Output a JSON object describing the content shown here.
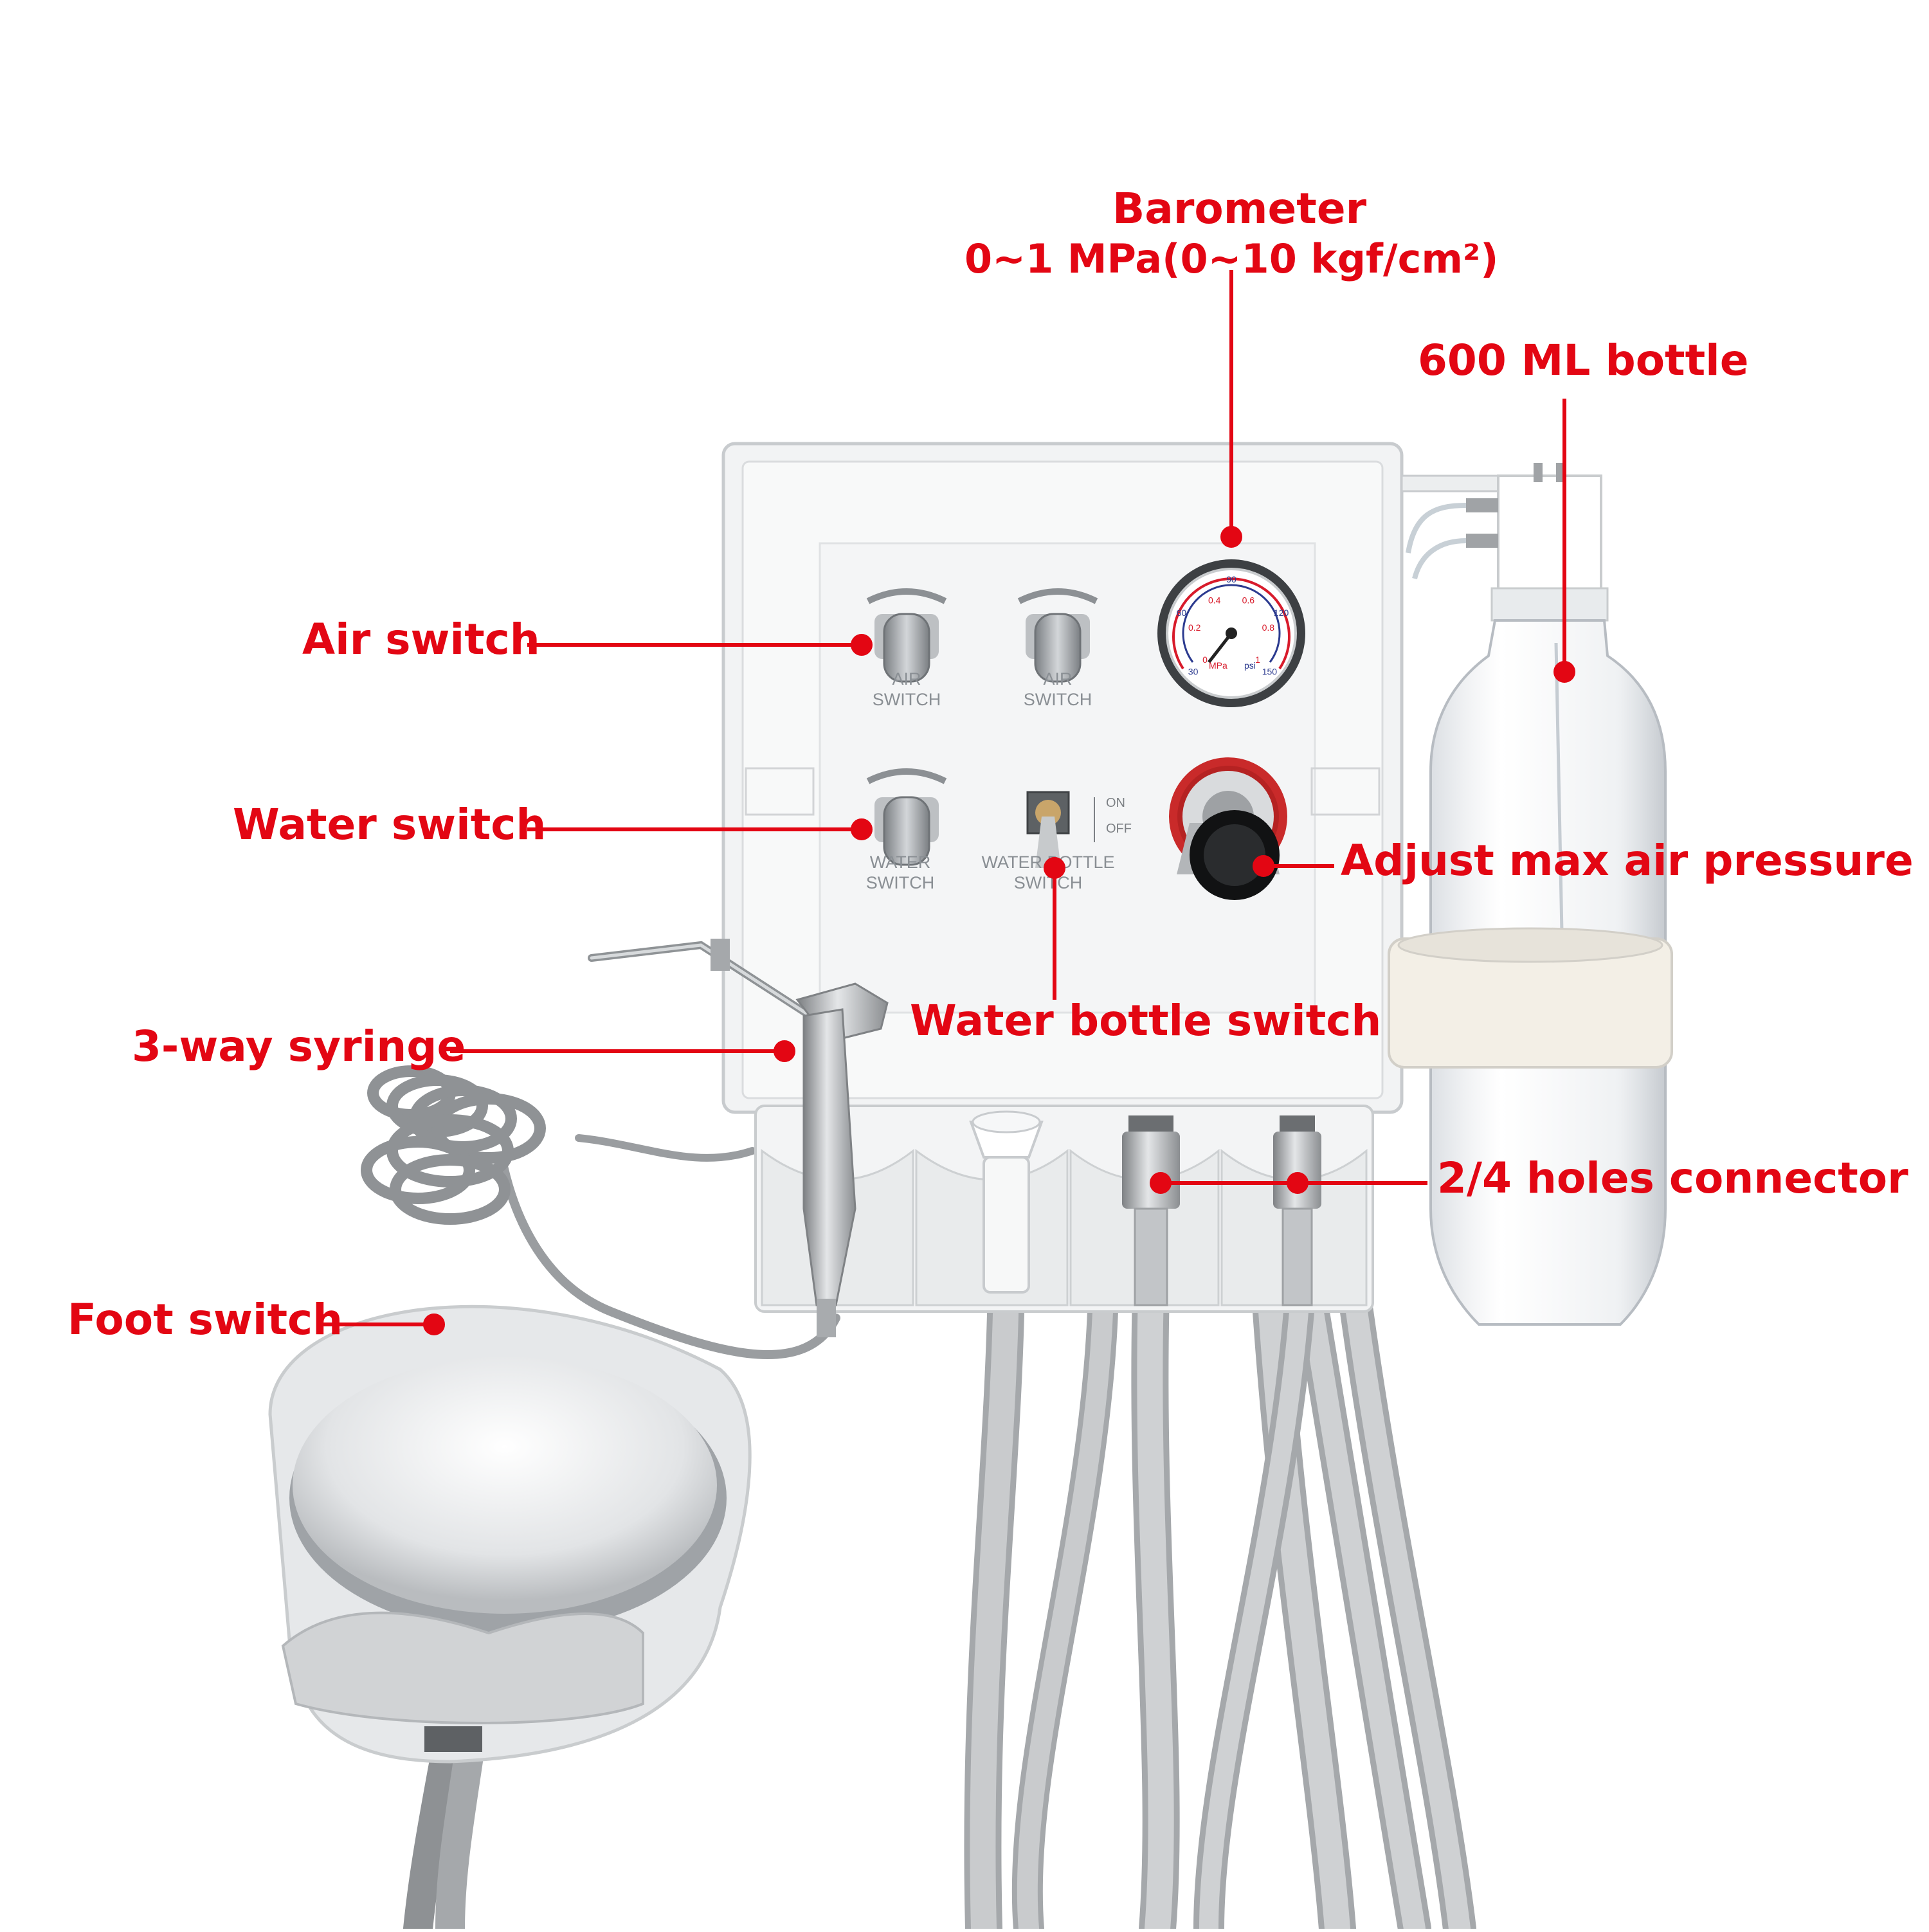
{
  "labels": {
    "barometer_title": "Barometer",
    "barometer_range": "0~1 MPa(0~10 kgf/cm²)",
    "bottle": "600 ML bottle",
    "air_switch": "Air switch",
    "water_switch": "Water switch",
    "adjust_pressure": "Adjust max air pressure",
    "water_bottle_switch": "Water bottle switch",
    "syringe": "3-way syringe",
    "connector": "2/4 holes connector",
    "foot_switch": "Foot switch"
  },
  "panel": {
    "air_switch_1": [
      "AIR",
      "SWITCH"
    ],
    "air_switch_2": [
      "AIR",
      "SWITCH"
    ],
    "water_switch": [
      "WATER",
      "SWITCH"
    ],
    "water_bottle_switch": [
      "WATER BOTTLE",
      "SWITCH"
    ],
    "on": "ON",
    "off": "OFF"
  },
  "gauge": {
    "ticks_mpa": [
      "0",
      "0.2",
      "0.4",
      "0.6",
      "0.8",
      "1"
    ],
    "ticks_psi": [
      "30",
      "60",
      "90",
      "120",
      "150"
    ],
    "unit_mpa": "MPa",
    "unit_psi": "psi"
  },
  "colors": {
    "callout": "#e30613",
    "panel": "#f4f5f6",
    "hose": "#b9bcbf",
    "metal": "#a6a9ac"
  }
}
